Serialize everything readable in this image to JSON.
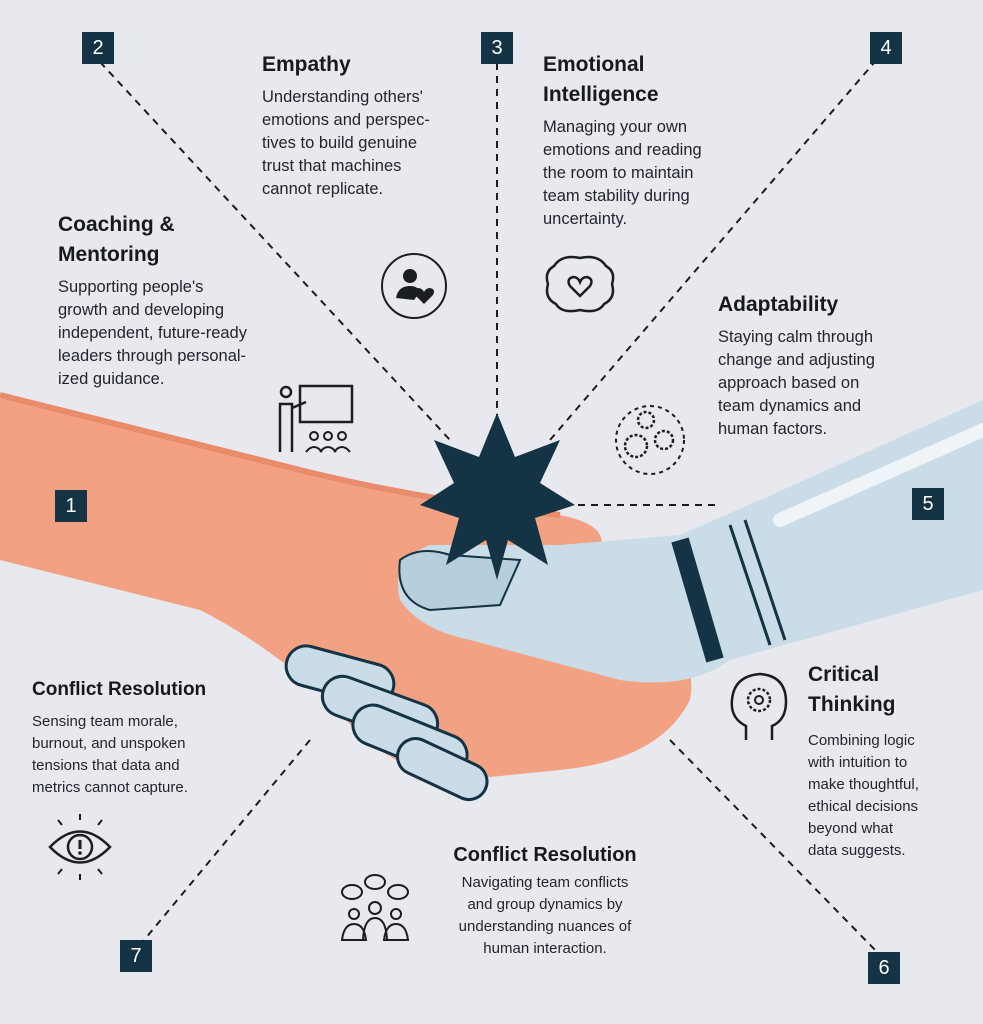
{
  "colors": {
    "background": "#e7e9ef",
    "navy": "#143344",
    "skin": "#f2a283",
    "robot": "#c9dce7"
  },
  "numbers": [
    "1",
    "2",
    "3",
    "4",
    "5",
    "6",
    "7"
  ],
  "sections": {
    "empathy": {
      "title": "Empathy",
      "desc": [
        "Understanding others'",
        "emotions and perspec-",
        "tives to build genuine",
        "trust that machines",
        "cannot replicate."
      ],
      "icon": "person-heart-icon"
    },
    "emotional": {
      "title": [
        "Emotional",
        "Intelligence"
      ],
      "desc": [
        "Managing your own",
        "emotions and reading",
        "the room to maintain",
        "team stability during",
        "uncertainty."
      ],
      "icon": "brain-heart-icon"
    },
    "coaching": {
      "title": [
        "Coaching &",
        "Mentoring"
      ],
      "desc": [
        "Supporting people's",
        "growth and developing",
        "independent, future-ready",
        "leaders through personal-",
        "ized guidance."
      ],
      "icon": "presentation-icon"
    },
    "adaptability": {
      "title": "Adaptability",
      "desc": [
        "Staying calm through",
        "change and adjusting",
        "approach based on",
        "team dynamics and",
        "human factors."
      ],
      "icon": "gears-cycle-icon"
    },
    "conflict_left": {
      "title": "Conflict Resolution",
      "desc": [
        "Sensing team morale,",
        "burnout, and unspoken",
        "tensions that data and",
        "metrics cannot capture."
      ],
      "icon": "eye-alert-icon"
    },
    "critical": {
      "title": [
        "Critical",
        "Thinking"
      ],
      "desc": [
        "Combining logic",
        "with intuition to",
        "make thoughtful,",
        "ethical decisions",
        "beyond what",
        "data suggests."
      ],
      "icon": "head-gear-icon"
    },
    "conflict_bottom": {
      "title": "Conflict Resolution",
      "desc": [
        "Navigating team conflicts",
        "and group dynamics by",
        "understanding nuances of",
        "human interaction."
      ],
      "icon": "group-chat-icon"
    }
  }
}
